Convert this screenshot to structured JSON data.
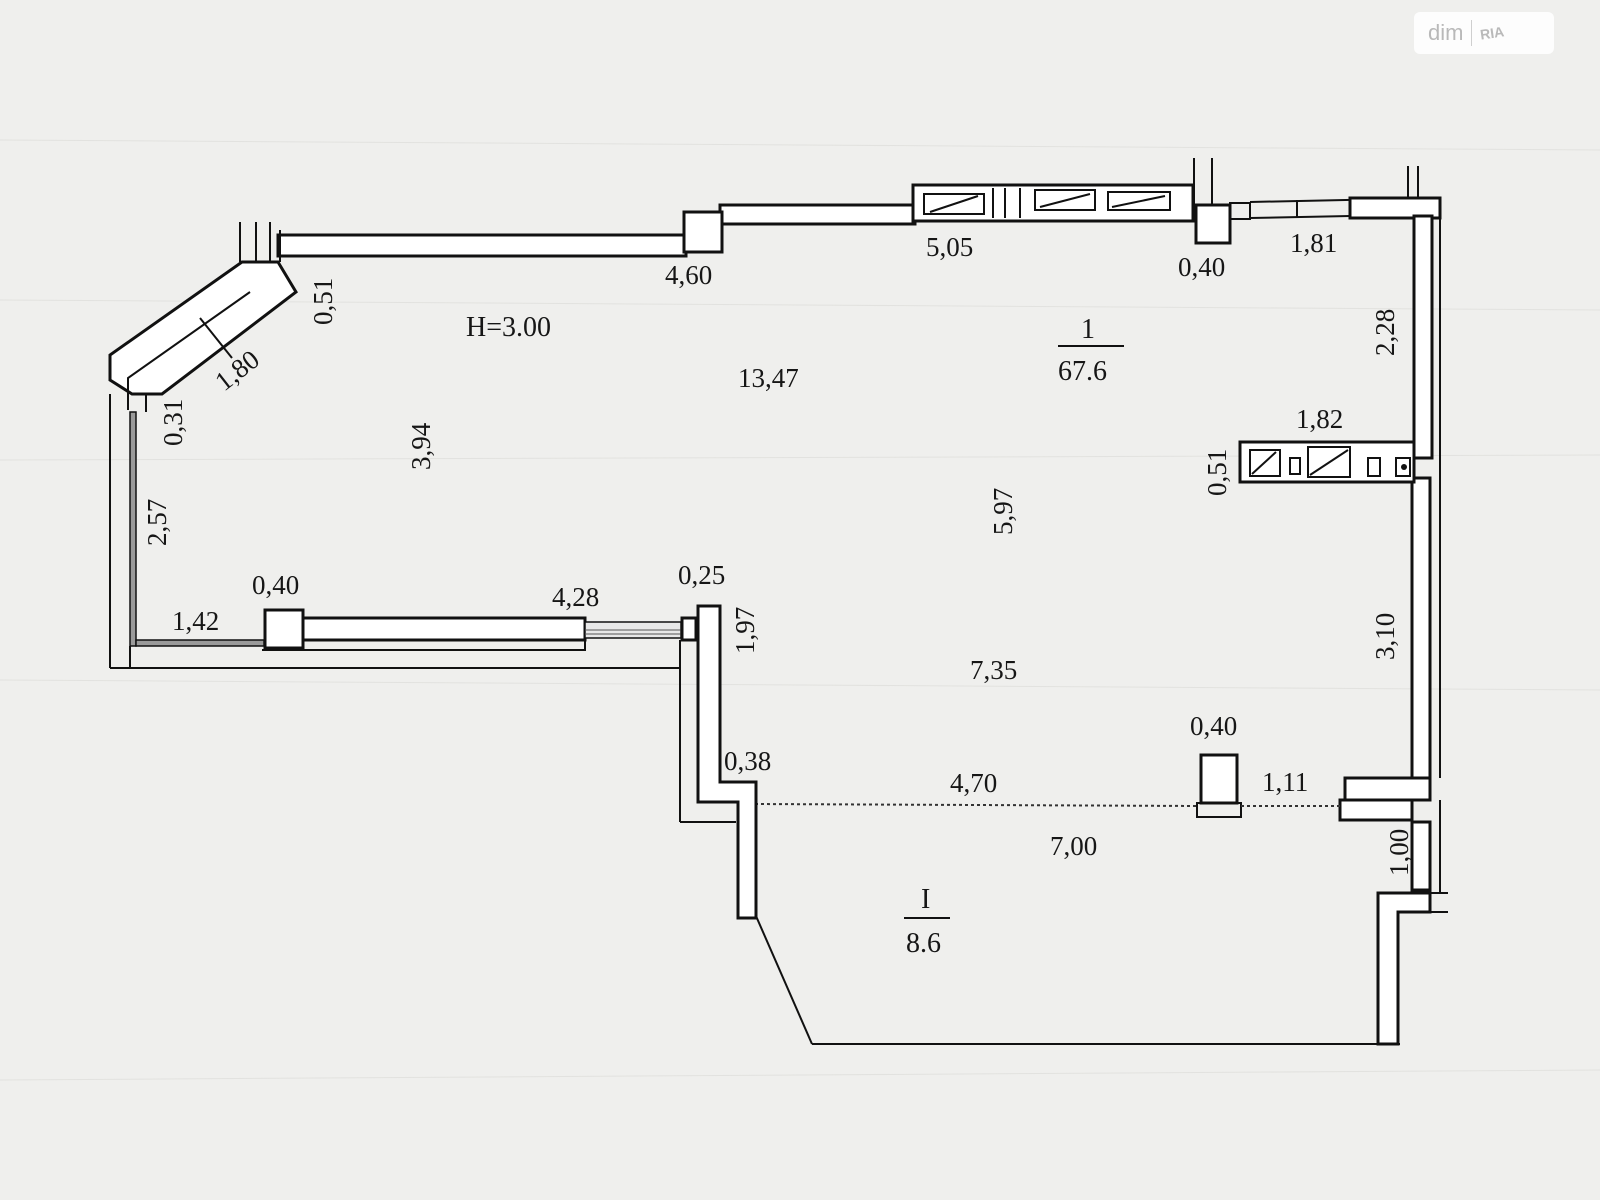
{
  "watermark": {
    "name": "dim",
    "mark": "RIA"
  },
  "plan": {
    "height_label": "H=3.00",
    "rooms": [
      {
        "number": "1",
        "area": "67.6"
      },
      {
        "number": "I",
        "area": "8.6"
      }
    ],
    "dimensions": {
      "top_4_60": "4,60",
      "top_5_05": "5,05",
      "top_0_40": "0,40",
      "top_1_81": "1,81",
      "corner_0_51": "0,51",
      "bay_1_80": "1,80",
      "bay_0_31": "0,31",
      "left_2_57": "2,57",
      "left_1_42": "1,42",
      "pier_0_40_left": "0,40",
      "bottom_4_28": "4,28",
      "pier_0_25": "0,25",
      "wall_1_97": "1,97",
      "depth_3_94": "3,94",
      "length_13_47": "13,47",
      "depth_5_97": "5,97",
      "width_7_35": "7,35",
      "right_2_28": "2,28",
      "vent_1_82": "1,82",
      "vent_0_51": "0,51",
      "right_3_10": "3,10",
      "pier_0_40_right": "0,40",
      "step_0_38": "0,38",
      "span_4_70": "4,70",
      "span_1_11": "1,11",
      "span_7_00": "7,00",
      "right_1_00": "1,00"
    }
  }
}
